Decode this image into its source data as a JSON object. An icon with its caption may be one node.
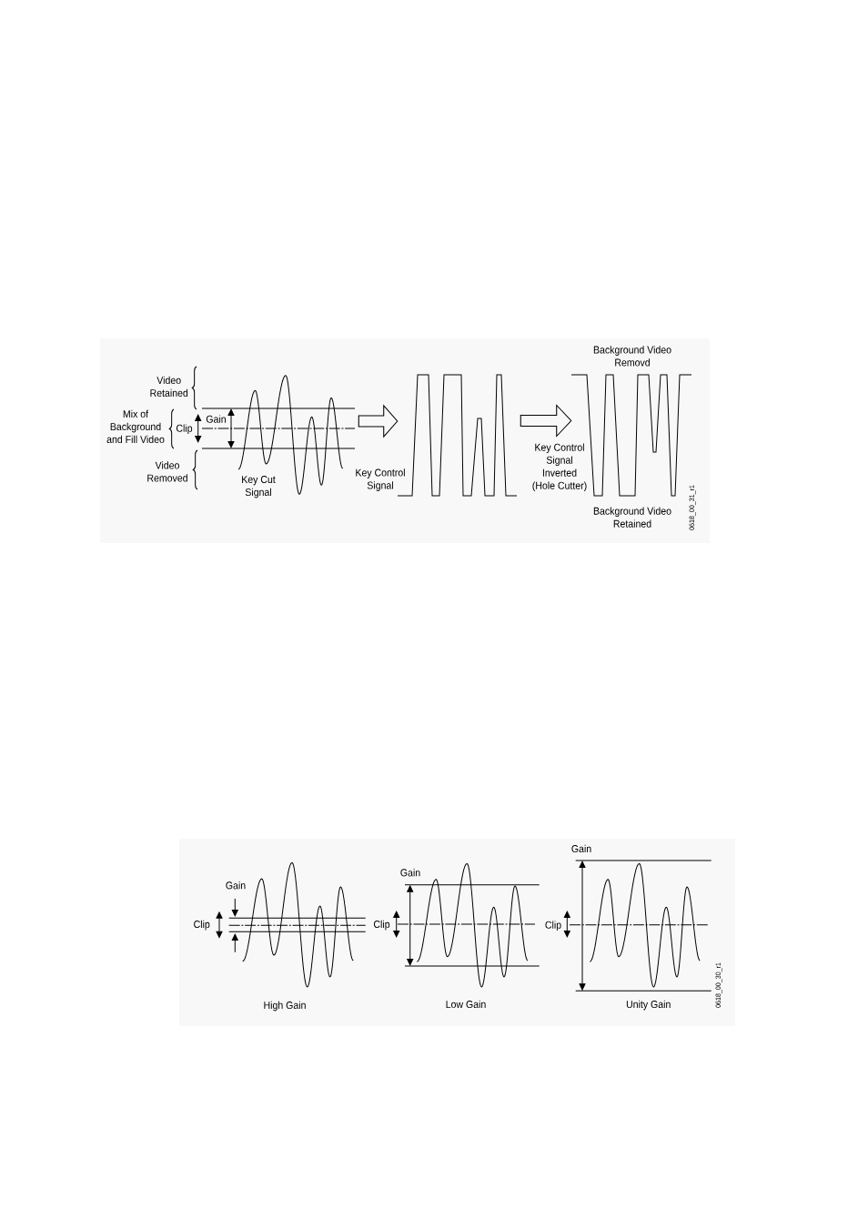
{
  "diagram": {
    "nodes": [
      {
        "text": [
          "Key Cut Signal"
        ]
      },
      {
        "text": [],
        "shape": "picture",
        "beside": [
          "Key Control Signal"
        ]
      },
      {
        "text": [],
        "shape": "picture",
        "beside": [
          "Background Video Removd",
          "Key Control Signal Inverted (Hole Cutter)",
          "Background Video Retained"
        ]
      }
    ],
    "edges": [
      {
        "from": 0,
        "to": 1,
        "arrow": "to"
      },
      {
        "from": 1,
        "to": 2,
        "arrow": "to"
      }
    ],
    "labels": [
      "Video Retained",
      "Mix of Background and Fill Video",
      "Clip",
      "Gain",
      "Video Removed",
      "0618_00_31_r1",
      "Gain",
      "Clip",
      "High Gain",
      "Gain",
      "Clip",
      "Low Gain",
      "Gain",
      "Clip",
      "Unity Gain",
      "0618_00_30_r1"
    ]
  }
}
